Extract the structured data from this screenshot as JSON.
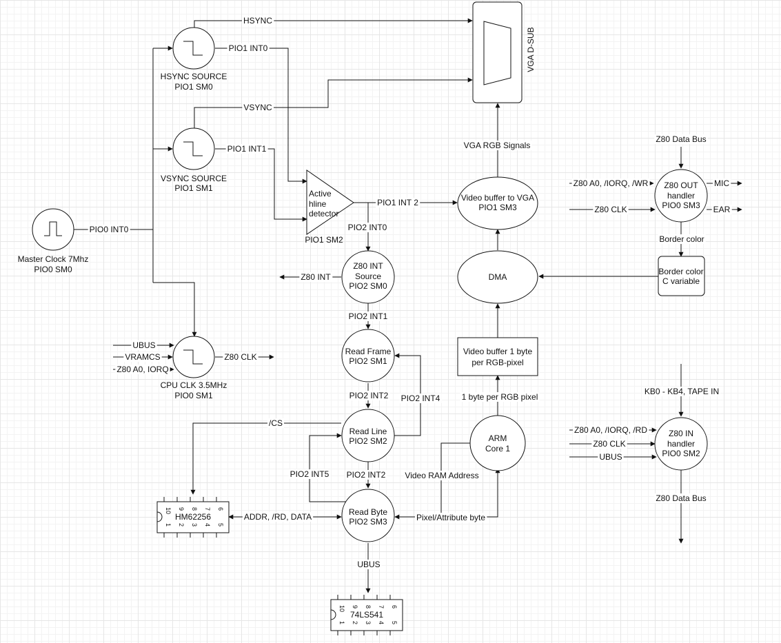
{
  "diagram": {
    "blocks": {
      "master_clock": [
        "Master Clock 7Mhz",
        "PIO0 SM0"
      ],
      "hsync_source": [
        "HSYNC SOURCE",
        "PIO1 SM0"
      ],
      "vsync_source": [
        "VSYNC SOURCE",
        "PIO1 SM1"
      ],
      "cpu_clk": [
        "CPU CLK 3.5MHz",
        "PIO0 SM1"
      ],
      "active_hline": [
        "Active",
        "hline",
        "detector"
      ],
      "active_hline_sm": "PIO1 SM2",
      "z80_int_source": [
        "Z80 INT",
        "Source",
        "PIO2 SM0"
      ],
      "read_frame": [
        "Read Frame",
        "PIO2 SM1"
      ],
      "read_line": [
        "Read Line",
        "PIO2 SM2"
      ],
      "read_byte": [
        "Read Byte",
        "PIO2 SM3"
      ],
      "video_buffer_vga": [
        "Video buffer to VGA",
        "PIO1 SM3"
      ],
      "dma": "DMA",
      "video_buffer_byte": [
        "Video buffer 1 byte",
        "per RGB-pixel"
      ],
      "arm_core": [
        "ARM",
        "Core 1"
      ],
      "border_color": [
        "Border color",
        "C variable"
      ],
      "z80_out_handler": [
        "Z80 OUT",
        "handler",
        "PIO0 SM3"
      ],
      "z80_in_handler": [
        "Z80 IN",
        "handler",
        "PIO0 SM2"
      ],
      "vga_dsub": "VGA D-SUB",
      "hm62256": "HM62256",
      "ls541": "74LS541"
    },
    "labels": {
      "hsync": "HSYNC",
      "vsync": "VSYNC",
      "pio1_int0": "PIO1 INT0",
      "pio1_int1": "PIO1 INT1",
      "pio0_int0": "PIO0 INT0",
      "pio1_int2": "PIO1 INT 2",
      "pio2_int0": "PIO2 INT0",
      "pio2_int1": "PIO2 INT1",
      "pio2_int2_a": "PIO2 INT2",
      "pio2_int2_b": "PIO2 INT2",
      "pio2_int4": "PIO2 INT4",
      "pio2_int5": "PIO2 INT5",
      "z80_int": "Z80 INT",
      "ubus_in": "UBUS",
      "vramcs": "VRAMCS",
      "z80_a0_iorq": "Z80 A0, IORQ",
      "z80_clk_out": "Z80 CLK",
      "cs": "/CS",
      "addr_rd_data": "ADDR, /RD, DATA",
      "ubus_down": "UBUS",
      "video_ram_address": "Video RAM Address",
      "pixel_attribute": "Pixel/Attribute byte",
      "one_byte_rgb": "1 byte per RGB pixel",
      "vga_rgb": "VGA RGB Signals",
      "border_color_sig": "Border color",
      "z80_data_bus_top": "Z80 Data Bus",
      "z80_a0_iorq_wr": "Z80 A0, /IORQ, /WR",
      "z80_clk_out_handler": "Z80 CLK",
      "mic": "MIC",
      "ear": "EAR",
      "kb_tape": "KB0 - KB4, TAPE IN",
      "z80_a0_iorq_rd": "Z80 A0, /IORQ, /RD",
      "z80_clk_in_handler": "Z80 CLK",
      "ubus_in_handler": "UBUS",
      "z80_data_bus_bottom": "Z80 Data Bus"
    },
    "pins": {
      "top": [
        "10",
        "9",
        "8",
        "7",
        "6"
      ],
      "bottom": [
        "1",
        "2",
        "3",
        "4",
        "5"
      ]
    }
  }
}
